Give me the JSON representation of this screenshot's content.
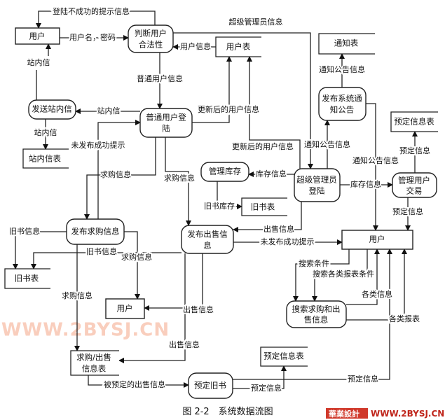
{
  "nodes": {
    "user_top": "用户",
    "judge": [
      "判断用户",
      "合法性"
    ],
    "user_table": "用户表",
    "notice_table": "通知表",
    "publish_notice": [
      "发布系统通",
      "知公告"
    ],
    "booking_table_top": "预定信息表",
    "manage_trade": [
      "管理用户",
      "交易"
    ],
    "super_login": [
      "超级管理员",
      "登陆"
    ],
    "manage_stock": "管理库存",
    "oldbook_table_mid": "旧书表",
    "normal_login": [
      "普通用户登",
      "陆"
    ],
    "send_msg": "发送站内信",
    "msg_table": "站内信表",
    "publish_want": "发布求购信息",
    "oldbook_table_left": "旧书表",
    "publish_sale": [
      "发布出售信",
      "息"
    ],
    "user_right": "用户",
    "search": [
      "搜索求购和出",
      "售信息"
    ],
    "user_mid": "用户",
    "want_sale_table": [
      "求购/出售",
      "信息表"
    ],
    "book_old": "预定旧书",
    "booking_table_bottom": "预定信息表"
  },
  "flows": [
    "登陆不成功的提示信息",
    "用户名，密码",
    "用户信息",
    "普通用户信息",
    "站内信",
    "站内信",
    "站内信",
    "更新后的用户信息",
    "更新后的用户信息",
    "超级管理员信息",
    "通知公告信息",
    "通知公告信息",
    "通知公告信息",
    "库存信息",
    "预定信息",
    "预定信息",
    "库存信息",
    "旧书库存",
    "出售信息",
    "未发布成功提示",
    "求购信息",
    "未发布成功提示",
    "求购信息",
    "旧书信息",
    "旧书信息",
    "求购信息",
    "求购信息",
    "出售信息",
    "出售信息",
    "被预定的出售信息",
    "预定信息",
    "预定信息",
    "搜索条件",
    "搜索各类报表条件",
    "各类信息",
    "各类报表"
  ],
  "caption": "图 2-2　系统数据流图",
  "watermark": "WWW.2BYSJ.CN",
  "logo": {
    "brand": "華業設計",
    "url": "WWW.2BYSJ.CN"
  }
}
